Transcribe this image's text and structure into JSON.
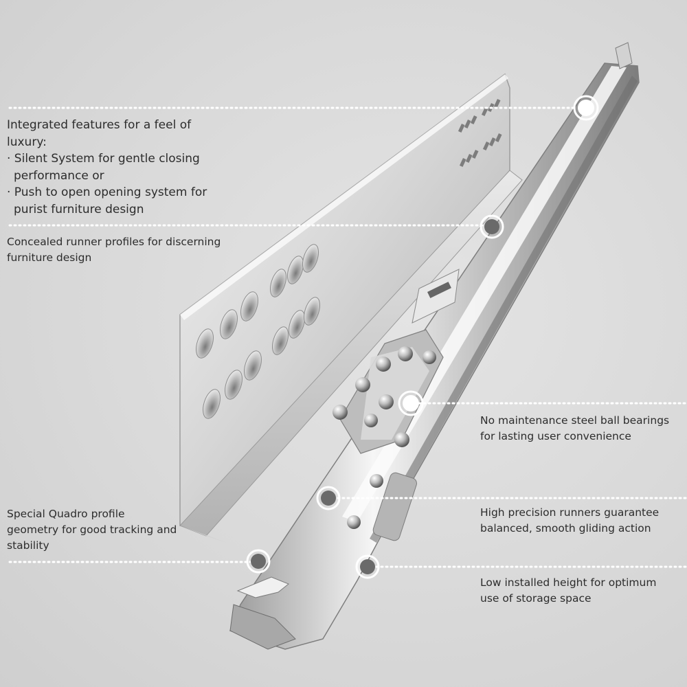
{
  "callouts": {
    "luxury": {
      "heading": "Integrated features for a feel of luxury:",
      "items": [
        "· Silent System for gentle closing performance or",
        "· Push to open opening system for purist furniture design"
      ]
    },
    "concealed": "Concealed runner profiles for discerning furniture design",
    "bearings": "No maintenance steel ball bearings for lasting user convenience",
    "quadro": "Special Quadro profile geometry for good tracking and stability",
    "precision": "High precision runners guarantee balanced, smooth gliding action",
    "height": "Low installed height for optimum use of storage space"
  },
  "colors": {
    "background": "#d9d9d9",
    "text": "#2c2c2c",
    "leader": "#ffffff",
    "metal_light": "#f2f2f2",
    "metal_dark": "#8a8a8a"
  }
}
